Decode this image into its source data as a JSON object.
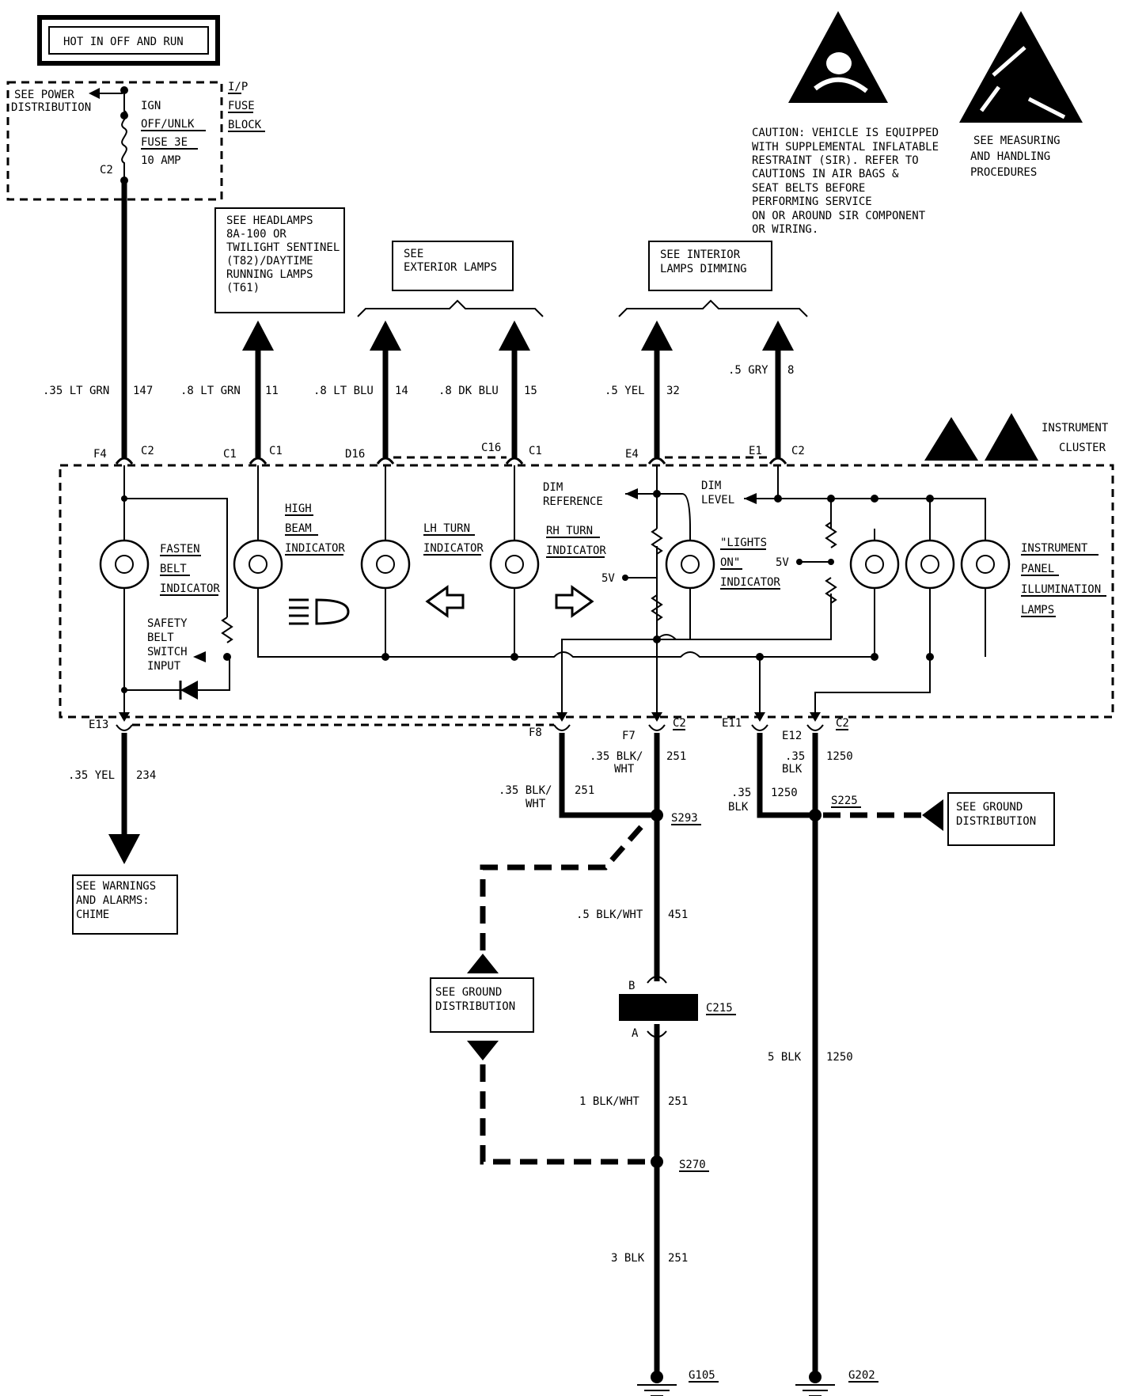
{
  "top": {
    "hot_label": "HOT IN OFF AND RUN",
    "see_power": [
      "SEE POWER",
      "DISTRIBUTION"
    ],
    "fuse_lines": [
      "IGN",
      "OFF/UNLK",
      "FUSE 3E",
      "10 AMP"
    ],
    "fuse_c2": "C2",
    "fuse_block": [
      "I/P",
      "FUSE",
      "BLOCK"
    ]
  },
  "caution": {
    "lines": [
      "CAUTION: VEHICLE IS EQUIPPED",
      "WITH SUPPLEMENTAL INFLATABLE",
      "RESTRAINT (SIR). REFER TO",
      "CAUTIONS IN AIR BAGS &",
      "SEAT BELTS BEFORE",
      "PERFORMING SERVICE",
      "ON OR AROUND SIR COMPONENT",
      "OR WIRING."
    ],
    "esd_lines": [
      "SEE MEASURING",
      "AND HANDLING",
      "PROCEDURES"
    ]
  },
  "refs": {
    "headlamps": [
      "SEE HEADLAMPS",
      "8A-100 OR",
      "TWILIGHT SENTINEL",
      "(T82)/DAYTIME",
      "RUNNING LAMPS",
      "(T61)"
    ],
    "exterior": [
      "SEE",
      "EXTERIOR LAMPS"
    ],
    "interior": [
      "SEE INTERIOR",
      "LAMPS DIMMING"
    ],
    "warnings": [
      "SEE WARNINGS",
      "AND ALARMS:",
      "CHIME"
    ],
    "ground1": [
      "SEE GROUND",
      "DISTRIBUTION"
    ],
    "ground2": [
      "SEE GROUND",
      "DISTRIBUTION"
    ]
  },
  "wires_top": [
    {
      "gauge": ".35 LT GRN",
      "circuit": "147",
      "pin": "F4",
      "conn": "C2"
    },
    {
      "gauge": ".8 LT GRN",
      "circuit": "11",
      "pin": "C1",
      "conn": "C1"
    },
    {
      "gauge": ".8 LT BLU",
      "circuit": "14",
      "pin": "D16",
      "conn": ""
    },
    {
      "gauge": ".8 DK BLU",
      "circuit": "15",
      "pin": "C16",
      "conn": "C1"
    },
    {
      "gauge": ".5 YEL",
      "circuit": "32",
      "pin": "E4",
      "conn": ""
    },
    {
      "gauge": ".5 GRY",
      "circuit": "8",
      "pin": "E1",
      "conn": "C2"
    }
  ],
  "cluster": {
    "title": [
      "INSTRUMENT",
      "CLUSTER"
    ],
    "fasten_belt": [
      "FASTEN",
      "BELT",
      "INDICATOR"
    ],
    "high_beam": [
      "HIGH",
      "BEAM",
      "INDICATOR"
    ],
    "lh_turn": [
      "LH TURN",
      "INDICATOR"
    ],
    "rh_turn": [
      "RH TURN",
      "INDICATOR"
    ],
    "dim_reference": [
      "DIM",
      "REFERENCE"
    ],
    "dim_level": [
      "DIM",
      "LEVEL"
    ],
    "lights_on": [
      "\"LIGHTS",
      "ON\"",
      "INDICATOR"
    ],
    "panel": [
      "INSTRUMENT",
      "PANEL",
      "ILLUMINATION",
      "LAMPS"
    ],
    "safety_belt": [
      "SAFETY",
      "BELT",
      "SWITCH",
      "INPUT"
    ],
    "v5a": "5V",
    "v5b": "5V"
  },
  "bottom_pins": {
    "e13": "E13",
    "f8": "F8",
    "f7": "F7",
    "c2a": "C2",
    "e11": "E11",
    "e12": "E12",
    "c2b": "C2"
  },
  "wires_bottom": {
    "chime_gauge": ".35 YEL",
    "chime_circuit": "234",
    "f8_gauge": [
      ".35 BLK/",
      "WHT"
    ],
    "f8_circuit": "251",
    "f7_gauge": [
      ".35 BLK/",
      "WHT"
    ],
    "f7_circuit": "251",
    "e11_gauge": [
      ".35",
      "BLK"
    ],
    "e11_circuit": "1250",
    "e12_gauge": [
      ".35",
      "BLK"
    ],
    "e12_circuit": "1250",
    "w451_gauge": ".5 BLK/WHT",
    "w451_circuit": "451",
    "w251a_gauge": "1 BLK/WHT",
    "w251a_circuit": "251",
    "w251b_gauge": "3 BLK",
    "w251b_circuit": "251",
    "w1250_gauge": "5 BLK",
    "w1250_circuit": "1250"
  },
  "splices": {
    "s293": "S293",
    "s225": "S225",
    "s270": "S270"
  },
  "connector": {
    "name": "C215",
    "pin_b": "B",
    "pin_a": "A"
  },
  "grounds": {
    "g105": "G105",
    "g202": "G202"
  }
}
